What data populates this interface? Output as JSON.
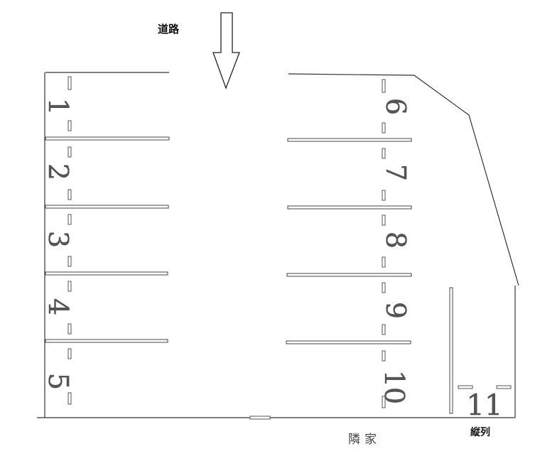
{
  "labels": {
    "road": "道路",
    "neighbor": "隣家",
    "tandem": "縦列"
  },
  "spaces": [
    "1",
    "2",
    "3",
    "4",
    "5",
    "6",
    "7",
    "8",
    "9",
    "10",
    "11"
  ]
}
